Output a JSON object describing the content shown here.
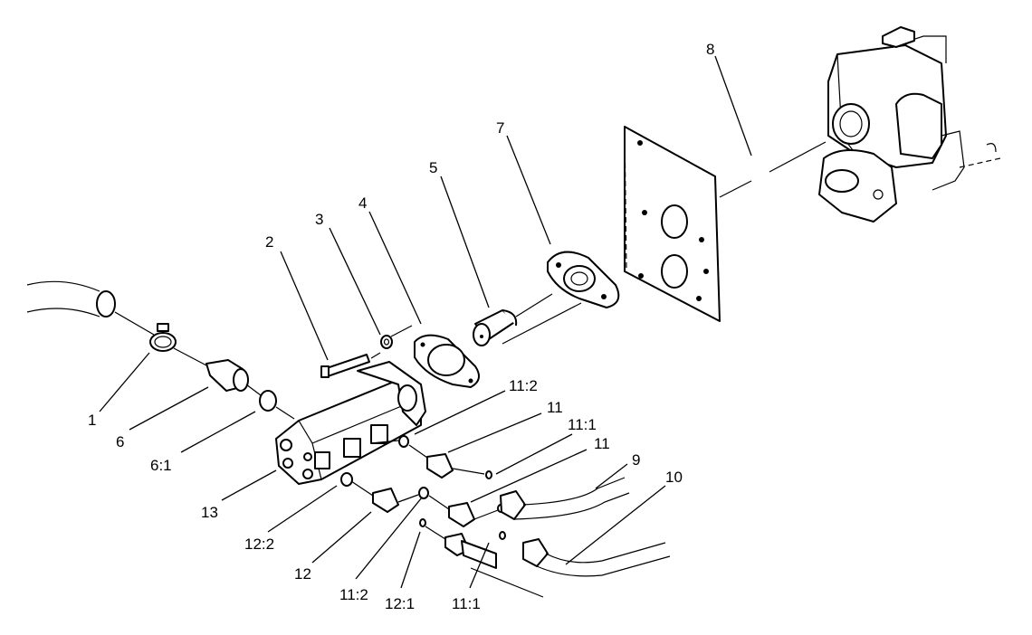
{
  "diagram": {
    "callouts": [
      {
        "id": "c-1",
        "text": "1"
      },
      {
        "id": "c-2",
        "text": "2"
      },
      {
        "id": "c-3",
        "text": "3"
      },
      {
        "id": "c-4",
        "text": "4"
      },
      {
        "id": "c-5",
        "text": "5"
      },
      {
        "id": "c-6",
        "text": "6"
      },
      {
        "id": "c-6-1",
        "text": "6:1"
      },
      {
        "id": "c-7",
        "text": "7"
      },
      {
        "id": "c-8",
        "text": "8"
      },
      {
        "id": "c-9",
        "text": "9"
      },
      {
        "id": "c-10",
        "text": "10"
      },
      {
        "id": "c-11-a",
        "text": "11"
      },
      {
        "id": "c-11-b",
        "text": "11"
      },
      {
        "id": "c-11-1-a",
        "text": "11:1"
      },
      {
        "id": "c-11-1-b",
        "text": "11:1"
      },
      {
        "id": "c-11-2-a",
        "text": "11:2"
      },
      {
        "id": "c-11-2-b",
        "text": "11:2"
      },
      {
        "id": "c-12",
        "text": "12"
      },
      {
        "id": "c-12-1",
        "text": "12:1"
      },
      {
        "id": "c-12-2",
        "text": "12:2"
      },
      {
        "id": "c-13",
        "text": "13"
      }
    ]
  }
}
